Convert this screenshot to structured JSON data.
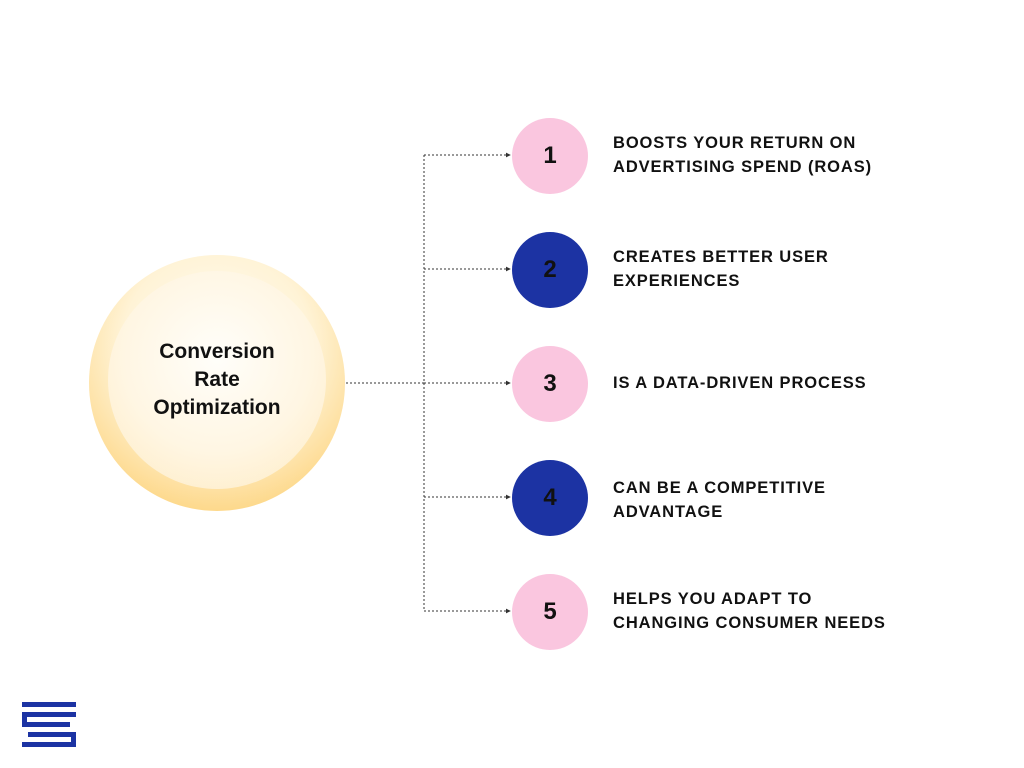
{
  "center": {
    "label": "Conversion\nRate\nOptimization"
  },
  "items": [
    {
      "number": "1",
      "text": "BOOSTS YOUR RETURN ON\nADVERTISING SPEND (ROAS)",
      "style": "pink"
    },
    {
      "number": "2",
      "text": "CREATES BETTER USER\nEXPERIENCES",
      "style": "blue"
    },
    {
      "number": "3",
      "text": "IS A DATA-DRIVEN PROCESS",
      "style": "pink"
    },
    {
      "number": "4",
      "text": "CAN BE A COMPETITIVE\nADVANTAGE",
      "style": "blue"
    },
    {
      "number": "5",
      "text": "HELPS YOU ADAPT TO\nCHANGING CONSUMER NEEDS",
      "style": "pink"
    }
  ],
  "colors": {
    "pink": "#fac6df",
    "blue": "#1c33a3",
    "gold": "#fbc658",
    "logo": "#1c33a3",
    "connector": "#333333"
  },
  "logo": {
    "icon": "stacked-bars-logo-icon"
  }
}
